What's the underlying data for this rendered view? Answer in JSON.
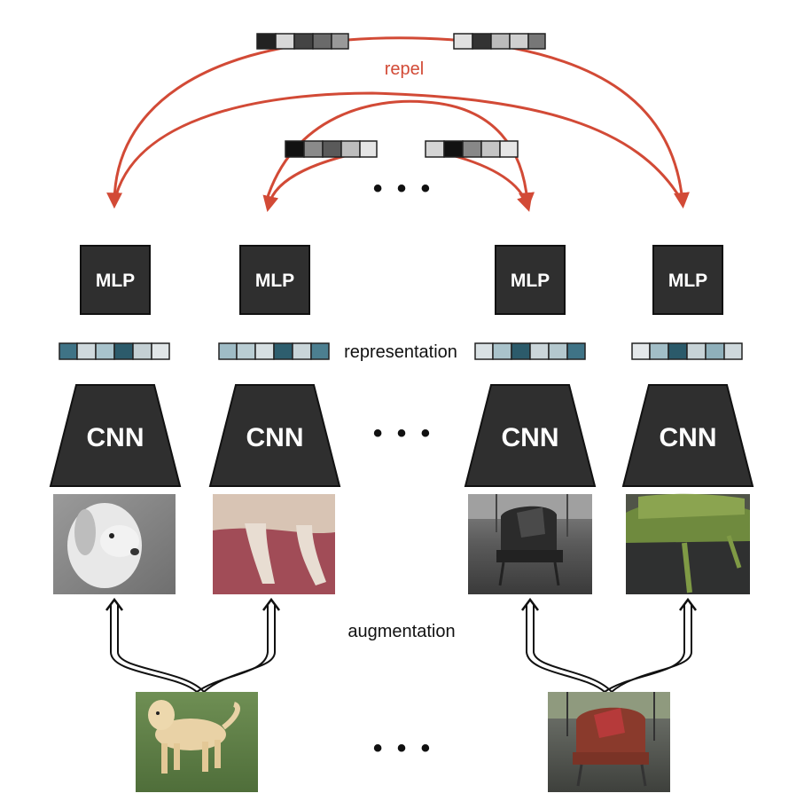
{
  "labels": {
    "repel": "repel",
    "representation": "representation",
    "augmentation": "augmentation",
    "mlp": "MLP",
    "cnn": "CNN",
    "ellipsis": "• • •"
  },
  "colors": {
    "repel_arrow": "#d24a36",
    "block_fill": "#2f2f2f",
    "representation_cells": [
      "#4c7f90",
      "#cfd8dc",
      "#9fbcc6",
      "#2f5f6f",
      "#b8c9cf",
      "#e3e7e9"
    ],
    "top_vector_cells": [
      "#1a1a1a",
      "#555555",
      "#888888",
      "#bbbbbb",
      "#dddddd"
    ]
  },
  "images": [
    {
      "name": "dog-view-1",
      "subject": "dog",
      "variant": "grayscale"
    },
    {
      "name": "dog-view-2",
      "subject": "dog legs",
      "variant": "red tint crop"
    },
    {
      "name": "chair-view-1",
      "subject": "chair",
      "variant": "grayscale"
    },
    {
      "name": "chair-view-2",
      "subject": "chair",
      "variant": "green tint crop"
    },
    {
      "name": "dog-original",
      "subject": "dog",
      "variant": "original"
    },
    {
      "name": "chair-original",
      "subject": "chair",
      "variant": "original"
    }
  ]
}
